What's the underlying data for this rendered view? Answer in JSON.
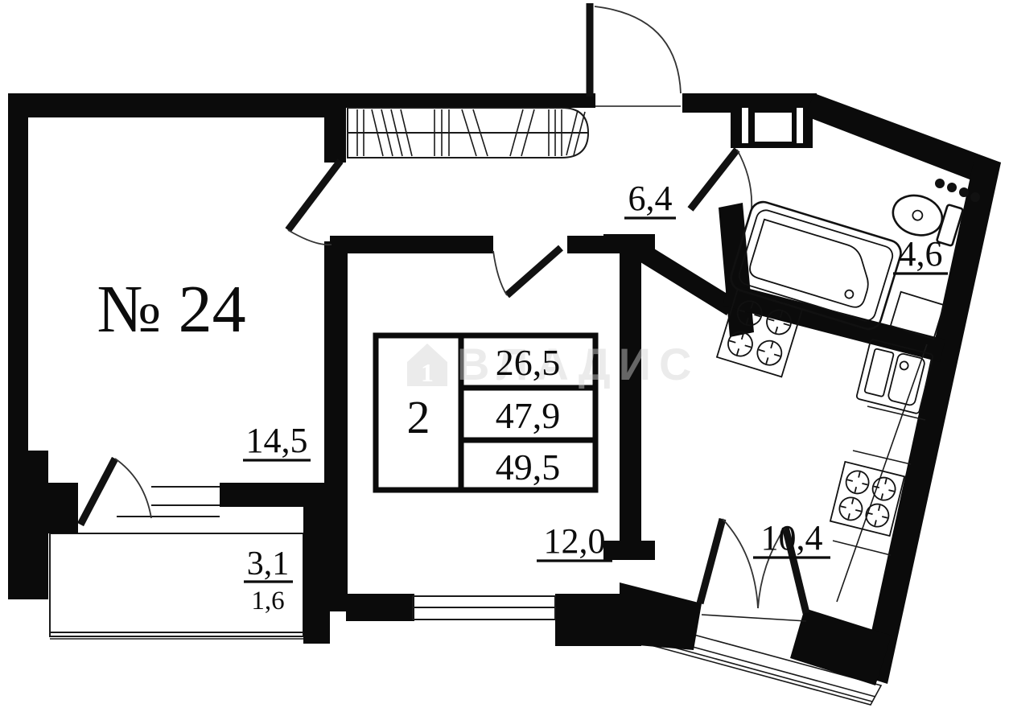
{
  "plan": {
    "labels": {
      "apartment": "№ 24",
      "living_area": "14,5",
      "balcony_area": "3,1",
      "balcony_area_reduced": "1,6",
      "hall_area": "6,4",
      "bedroom_area": "12,0",
      "kitchen_area": "10,4",
      "bathroom_area": "4,6"
    },
    "info_box": {
      "room_count": "2",
      "living_space": "26,5",
      "floor_space": "47,9",
      "total_space": "49,5"
    },
    "watermark": {
      "text": "ВЛАДИС",
      "house_number": "1"
    },
    "colors": {
      "wall": "#0b0b0b",
      "background": "#ffffff",
      "watermark": "#d4d4d4"
    },
    "fixtures": [
      "wardrobe",
      "bathtub",
      "toilet",
      "washbasin",
      "sink",
      "stove",
      "stove",
      "vent-shaft"
    ]
  }
}
